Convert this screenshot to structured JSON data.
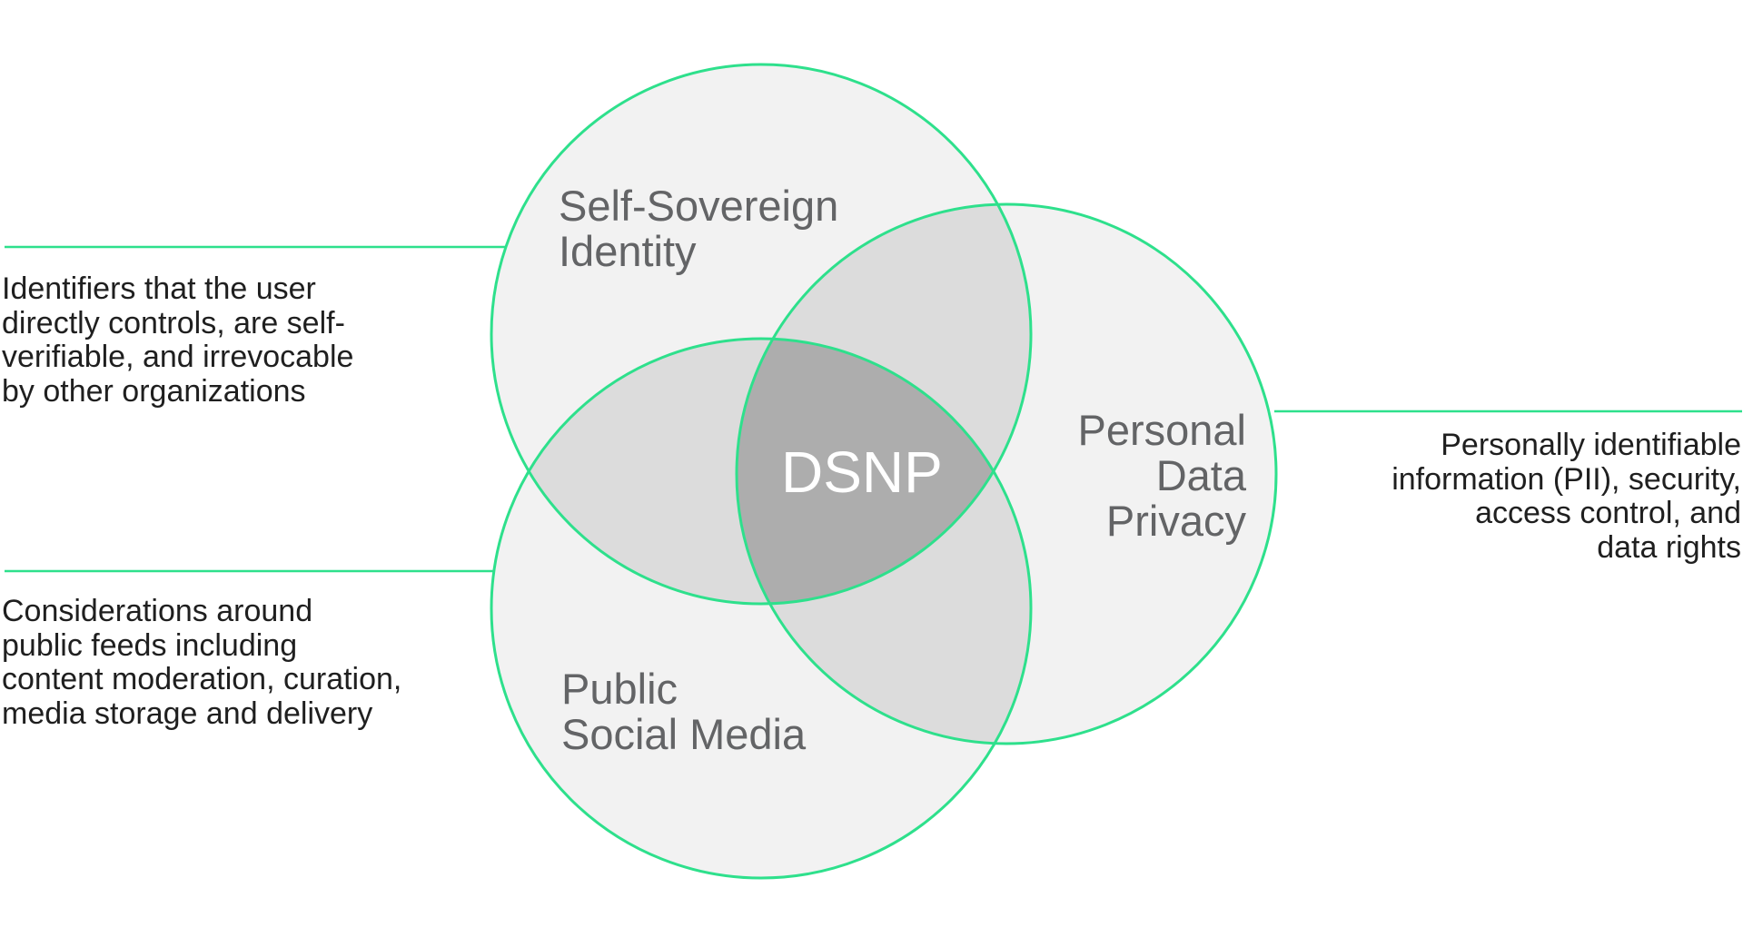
{
  "diagram": {
    "center_label": "DSNP",
    "circles": [
      {
        "name": "Self-Sovereign Identity",
        "lines": [
          "Self-Sovereign",
          "Identity"
        ],
        "description": [
          "Identifiers that the user",
          "directly controls, are self-",
          "verifiable, and irrevocable",
          "by other organizations"
        ]
      },
      {
        "name": "Personal Data Privacy",
        "lines": [
          "Personal",
          "Data",
          "Privacy"
        ],
        "description": [
          "Personally identifiable",
          "information (PII), security,",
          "access control, and",
          "data rights"
        ]
      },
      {
        "name": "Public Social Media",
        "lines": [
          "Public",
          "Social Media"
        ],
        "description": [
          "Considerations around",
          "public feeds including",
          "content moderation, curation,",
          "media storage and delivery"
        ]
      }
    ],
    "colors": {
      "outline": "#2ee08c",
      "fill_single": "#f2f2f2",
      "fill_double": "#dcdcdc",
      "fill_triple": "#adadad",
      "label": "#636466",
      "text": "#1f1f1f",
      "center_text": "#ffffff"
    }
  }
}
